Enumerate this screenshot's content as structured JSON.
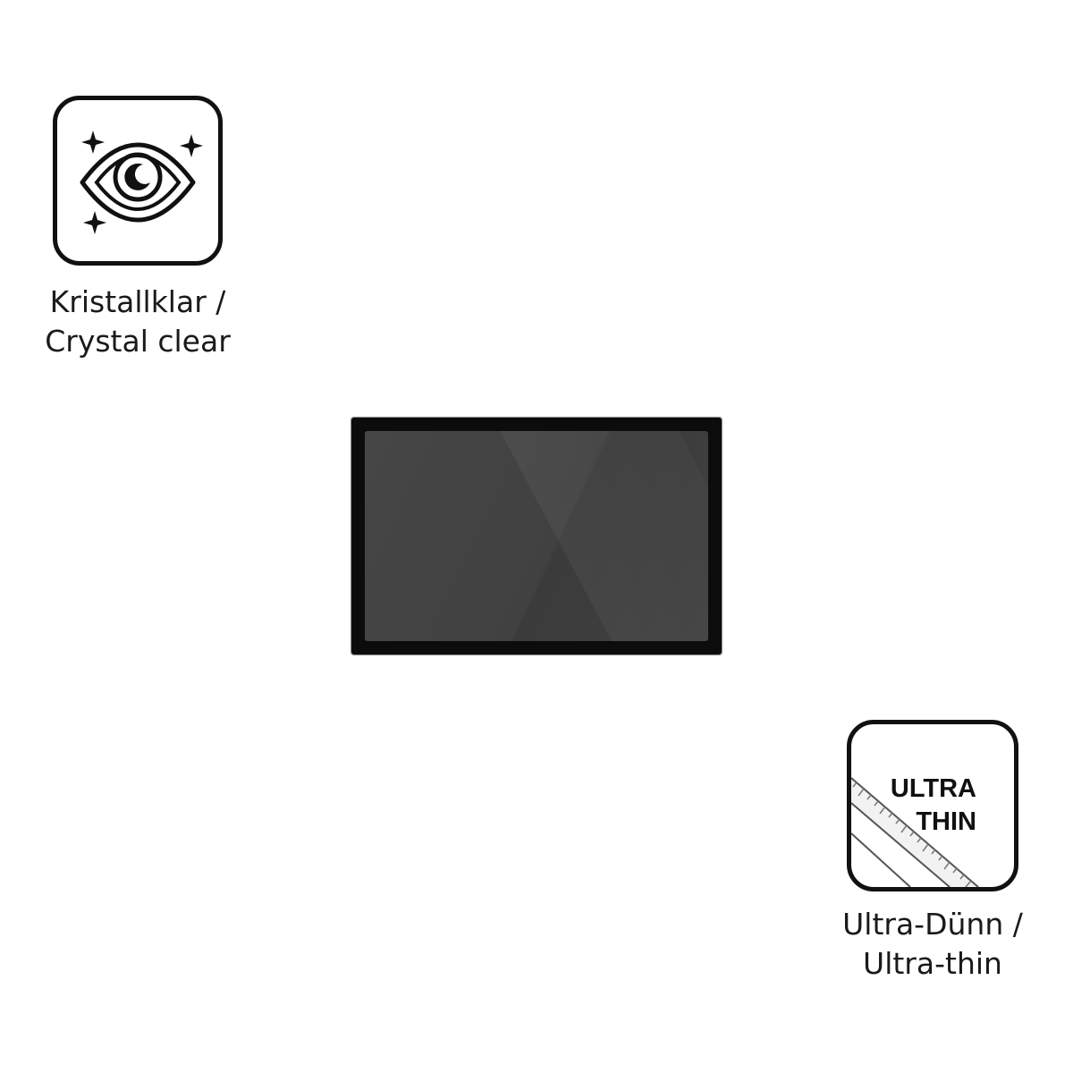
{
  "features": {
    "crystal_clear": {
      "icon": "eye-sparkle-icon",
      "caption_line_1": "Kristallklar /",
      "caption_line_2": "Crystal clear"
    },
    "ultra_thin": {
      "icon": "ruler-corner-icon",
      "badge_line_1": "ULTRA",
      "badge_line_2": "THIN",
      "caption_line_1": "Ultra-Dünn /",
      "caption_line_2": "Ultra-thin"
    }
  },
  "product": {
    "image": "screen-protector-panel",
    "frame_color": "#0c0c0c",
    "display_color": "#424242"
  },
  "colors": {
    "icon_stroke": "#111111",
    "caption_text": "#1a1a1a",
    "background": "#ffffff"
  }
}
